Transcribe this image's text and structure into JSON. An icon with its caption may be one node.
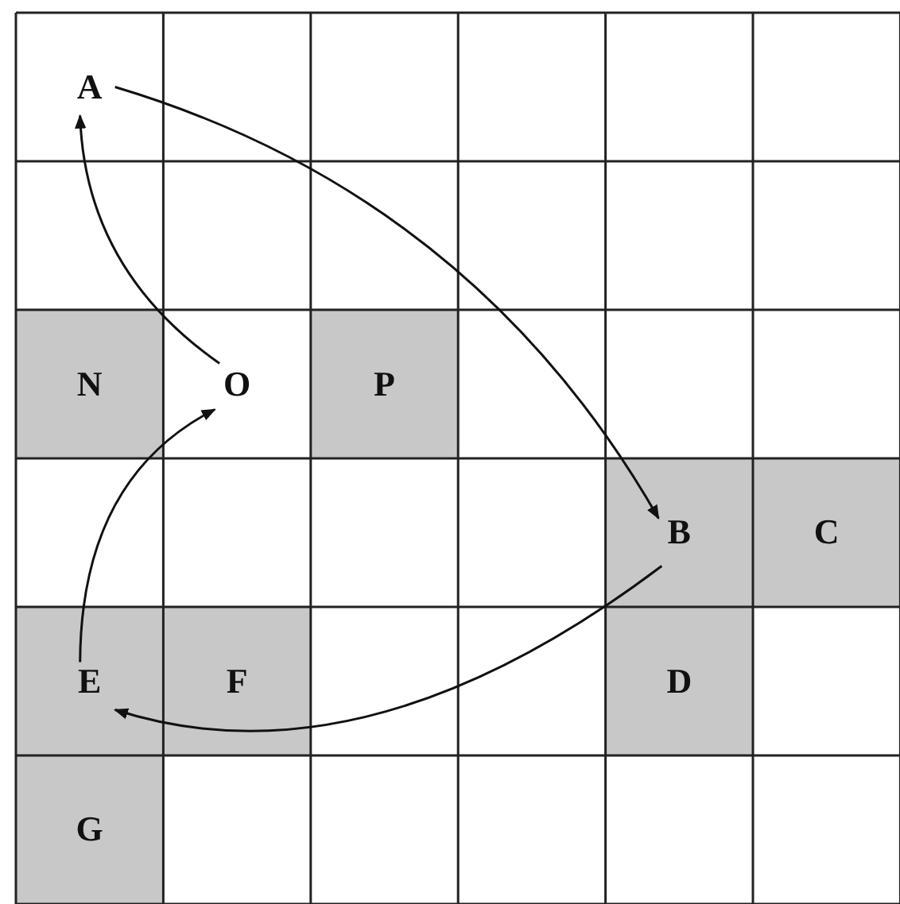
{
  "diagram": {
    "nodes": [
      {
        "text": [
          "A"
        ]
      },
      {
        "text": [
          "N"
        ]
      },
      {
        "text": [
          "O"
        ]
      },
      {
        "text": [
          "P"
        ]
      },
      {
        "text": [
          "B"
        ]
      },
      {
        "text": [
          "C"
        ]
      },
      {
        "text": [
          "E"
        ]
      },
      {
        "text": [
          "F"
        ]
      },
      {
        "text": [
          "D"
        ]
      },
      {
        "text": [
          "G"
        ]
      }
    ],
    "edges": [
      {
        "from": 0,
        "to": 4,
        "arrow": "to"
      },
      {
        "from": 4,
        "to": 6,
        "arrow": "to"
      },
      {
        "from": 6,
        "to": 2,
        "arrow": "to"
      },
      {
        "from": 2,
        "to": 0,
        "arrow": "to"
      }
    ]
  }
}
